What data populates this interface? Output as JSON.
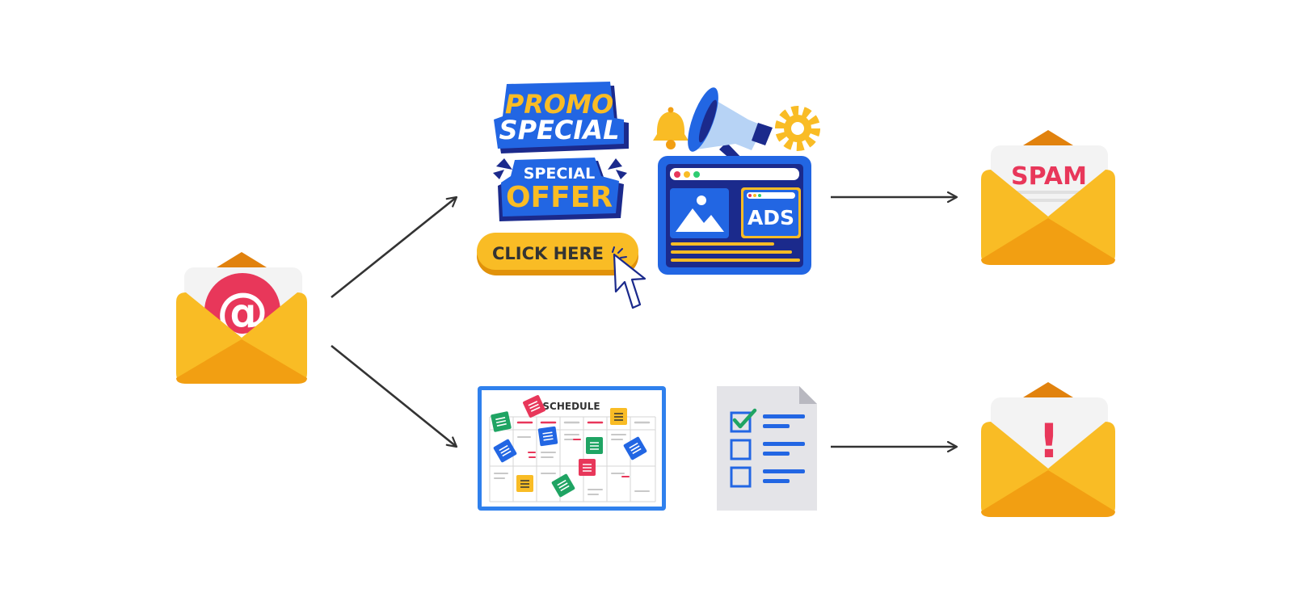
{
  "promo": {
    "promo_word": "PROMO",
    "special_word": "SPECIAL",
    "offer_top": "SPECIAL",
    "offer_word": "OFFER",
    "click_here": "CLICK HERE"
  },
  "ads_window": {
    "label": "ADS"
  },
  "schedule": {
    "title": "SCHEDULE"
  },
  "spam_envelope": {
    "label": "SPAM"
  },
  "important_envelope": {
    "label": "!"
  },
  "source_envelope": {
    "symbol": "@"
  },
  "colors": {
    "envelope_yellow": "#F9BC25",
    "envelope_orange": "#F29F12",
    "envelope_flap_top": "#E1820E",
    "alert_red": "#E8375A",
    "brand_blue": "#2266E3",
    "dark_blue": "#1B2A8C",
    "arrow": "#333333"
  }
}
